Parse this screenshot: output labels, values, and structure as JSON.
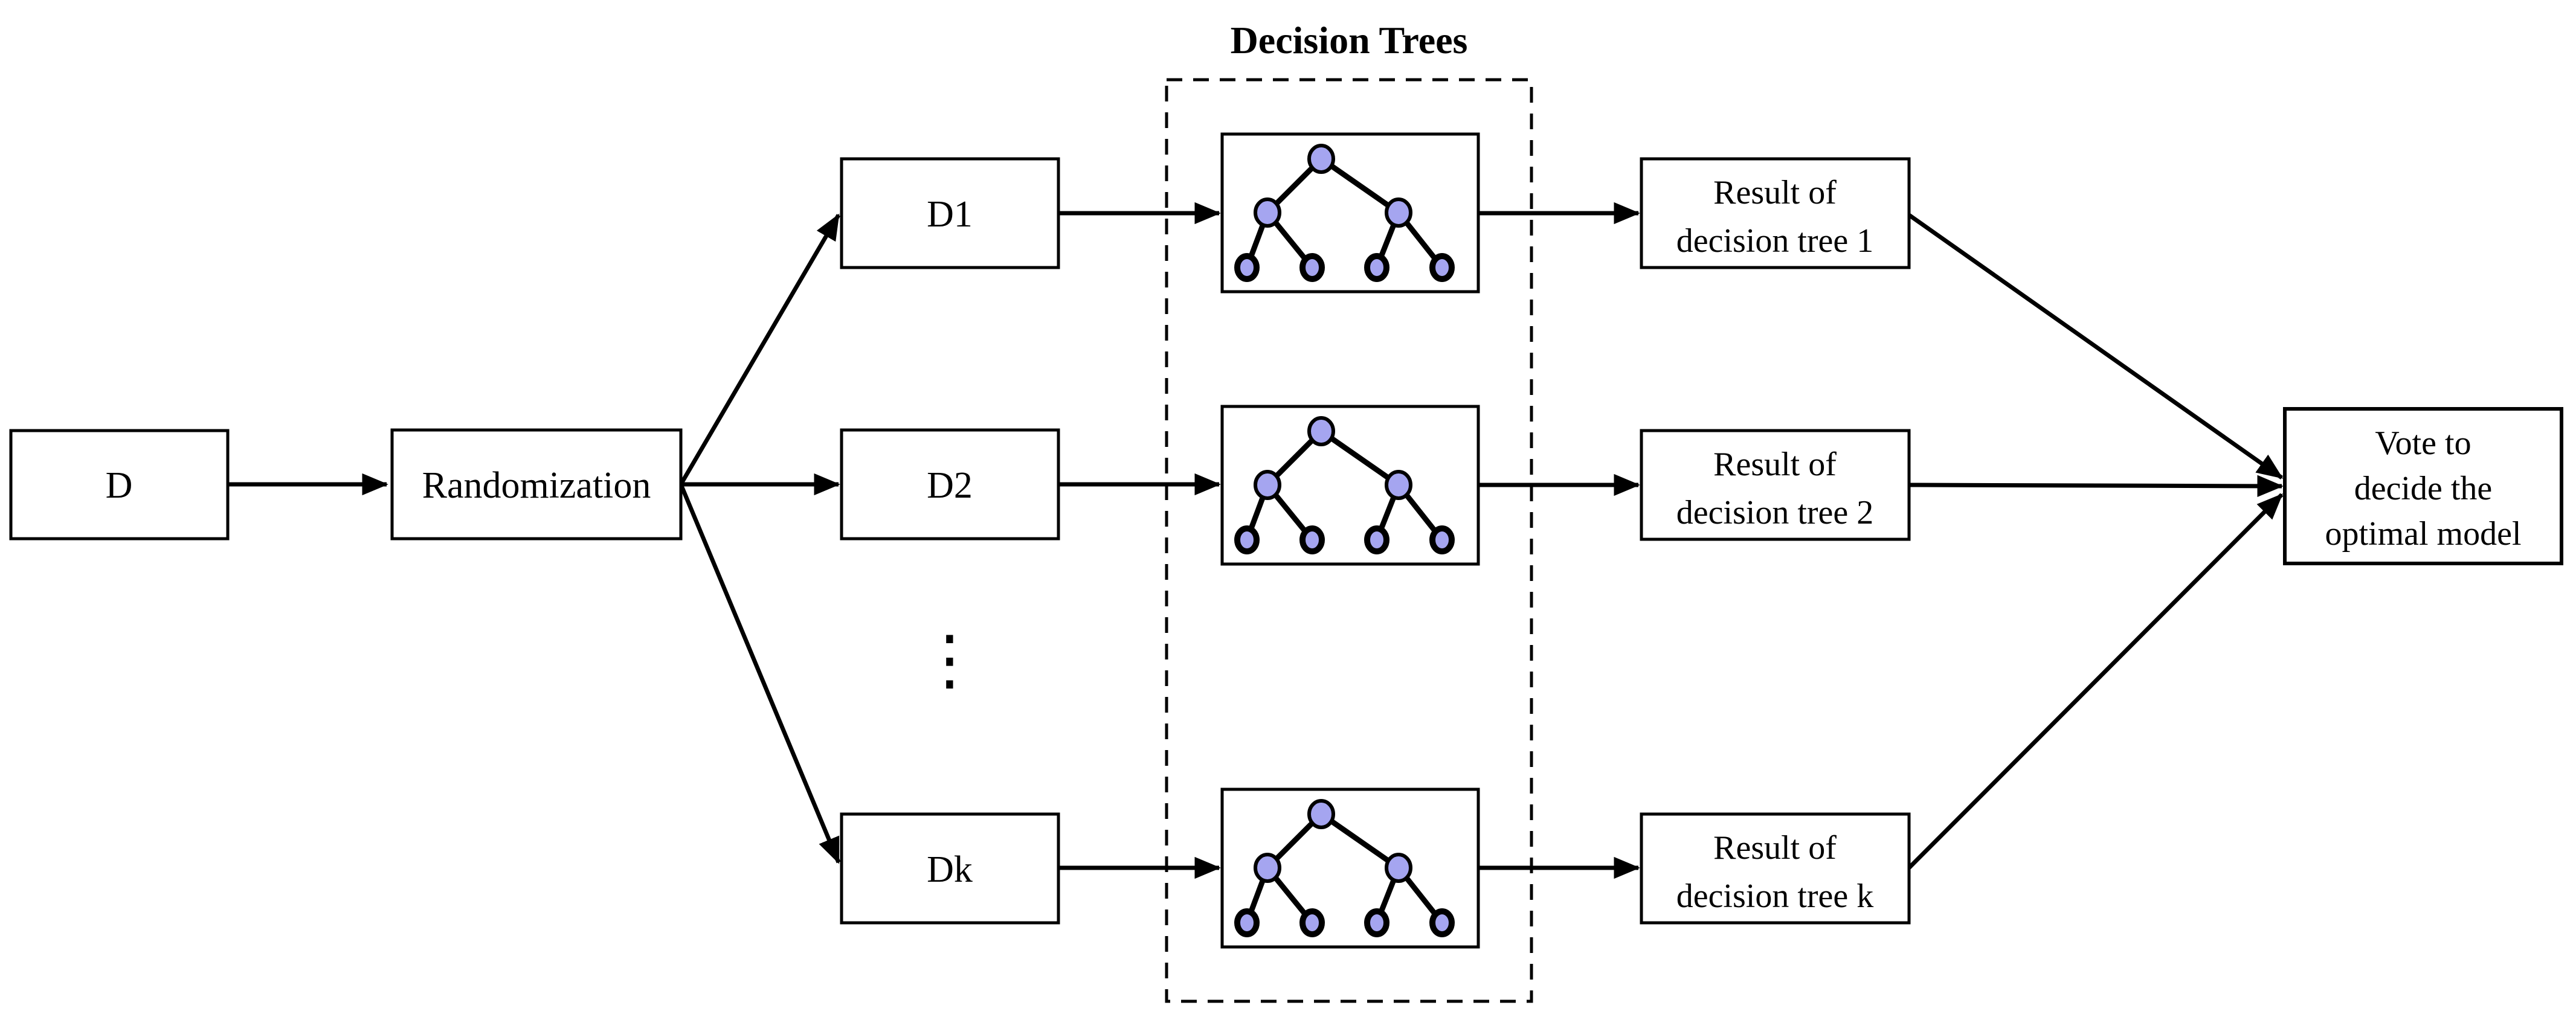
{
  "figure": {
    "title": "Decision Trees",
    "dataset": {
      "label": "D"
    },
    "randomization": {
      "label": "Randomization"
    },
    "subsets": [
      {
        "label": "D1"
      },
      {
        "label": "D2"
      },
      {
        "label": "Dk"
      }
    ],
    "ellipsis": "⋮",
    "results": [
      {
        "line1": "Result of",
        "line2": "decision tree 1"
      },
      {
        "line1": "Result of",
        "line2": "decision tree 2"
      },
      {
        "line1": "Result of",
        "line2": "decision tree k"
      }
    ],
    "vote": {
      "line1": "Vote to",
      "line2": "decide the",
      "line3": "optimal model"
    }
  },
  "colors": {
    "node_fill": "#a5a5f0",
    "stroke": "#000000",
    "background": "#ffffff"
  }
}
